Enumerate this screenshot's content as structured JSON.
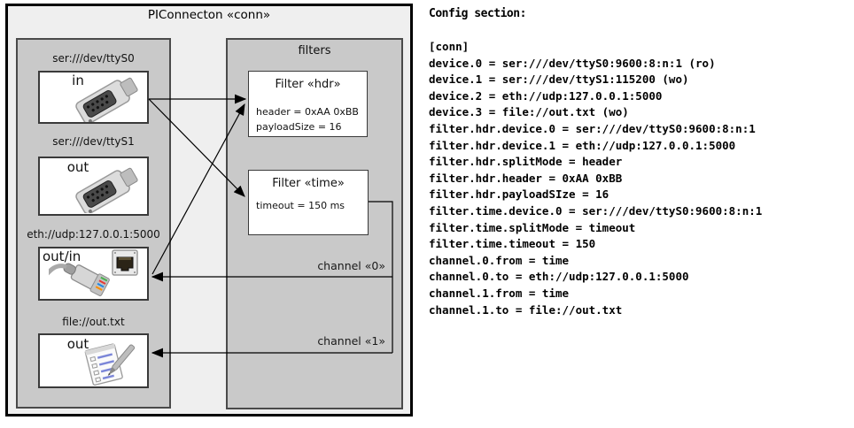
{
  "diagram": {
    "title": "PIConnecton «conn»",
    "devices_panel": {
      "devices": [
        {
          "label": "ser:///dev/ttyS0",
          "name": "in",
          "icon": "serial-port-photo-icon"
        },
        {
          "label": "ser:///dev/ttyS1",
          "name": "out",
          "icon": "serial-port-photo-icon"
        },
        {
          "label": "eth://udp:127.0.0.1:5000",
          "name": "out/in",
          "icon": "ethernet-connector-icon"
        },
        {
          "label": "file://out.txt",
          "name": "out",
          "icon": "notepad-icon"
        }
      ]
    },
    "filters_panel": {
      "title": "filters",
      "filters": [
        {
          "title": "Filter «hdr»",
          "attributes": [
            "header = 0xAA 0xBB",
            "payloadSize = 16"
          ]
        },
        {
          "title": "Filter «time»",
          "attributes": [
            "timeout = 150 ms"
          ]
        }
      ]
    },
    "channels": [
      {
        "label": "channel «0»"
      },
      {
        "label": "channel «1»"
      }
    ]
  },
  "config": {
    "title": "Config section:",
    "lines": [
      "[conn]",
      "device.0 = ser:///dev/ttyS0:9600:8:n:1 (ro)",
      "device.1 = ser:///dev/ttyS1:115200 (wo)",
      "device.2 = eth://udp:127.0.0.1:5000",
      "device.3 = file://out.txt (wo)",
      "filter.hdr.device.0 = ser:///dev/ttyS0:9600:8:n:1",
      "filter.hdr.device.1 = eth://udp:127.0.0.1:5000",
      "filter.hdr.splitMode = header",
      "filter.hdr.header = 0xAA 0xBB",
      "filter.hdr.payloadSIze = 16",
      "filter.time.device.0 = ser:///dev/ttyS0:9600:8:n:1",
      "filter.time.splitMode = timeout",
      "filter.time.timeout = 150",
      "channel.0.from = time",
      "channel.0.to = eth://udp:127.0.0.1:5000",
      "channel.1.from = time",
      "channel.1.to = file://out.txt"
    ]
  },
  "colors": {
    "outer_bg": "#efefef",
    "panel_bg": "#c9c9c9",
    "box_bg": "#ffffff",
    "line": "#000000"
  }
}
